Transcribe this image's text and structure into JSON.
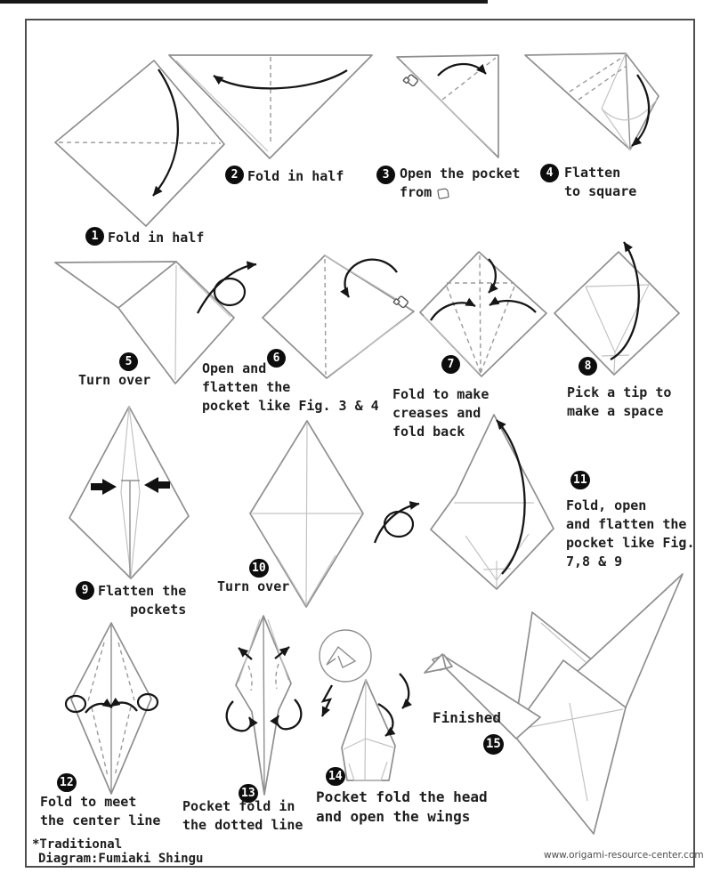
{
  "colors": {
    "ink": "#1c1c1c",
    "paper_line": "#8f8f8f",
    "badge_bg": "#0d0d0d",
    "badge_text": "#ffffff"
  },
  "steps": [
    {
      "n": "1",
      "label": "Fold in half"
    },
    {
      "n": "2",
      "label": "Fold in half"
    },
    {
      "n": "3",
      "label": "Open the pocket\nfrom"
    },
    {
      "n": "4",
      "label": "Flatten\nto square"
    },
    {
      "n": "5",
      "label": "Turn over"
    },
    {
      "n": "6",
      "label": "Open and\nflatten the\npocket like Fig. 3 & 4"
    },
    {
      "n": "7",
      "label": "Fold to make\ncreases and\nfold back"
    },
    {
      "n": "8",
      "label": "Pick a tip to\nmake a space"
    },
    {
      "n": "9",
      "label": "Flatten the\n    pockets"
    },
    {
      "n": "10",
      "label": "Turn over"
    },
    {
      "n": "11",
      "label": "Fold, open\nand flatten the\npocket like Fig.\n7,8 & 9"
    },
    {
      "n": "12",
      "label": "Fold to meet\nthe center line"
    },
    {
      "n": "13",
      "label": "Pocket fold in\nthe dotted line"
    },
    {
      "n": "14",
      "label": "Pocket fold the head\nand open the wings"
    },
    {
      "n": "15",
      "label": "Finished"
    }
  ],
  "footer": {
    "note": "*Traditional",
    "credit": "Diagram:Fumiaki Shingu",
    "website": "www.origami-resource-center.com"
  }
}
